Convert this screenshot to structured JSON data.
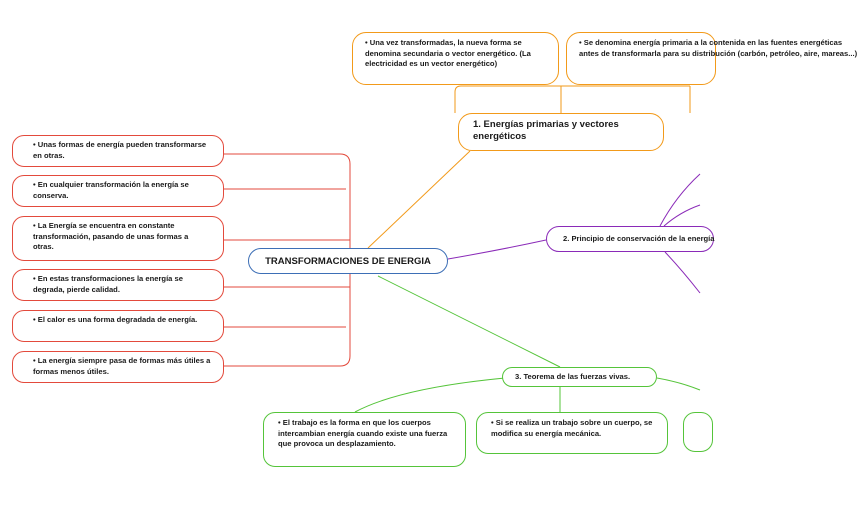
{
  "root": {
    "label": "TRANSFORMACIONES DE ENERGIA"
  },
  "left_nodes": [
    "•      Unas formas de energía pueden transformarse en otras.",
    "•      En cualquier transformación la energía se conserva.",
    "•      La Energía se encuentra en constante transformación, pasando de unas formas a otras.",
    "•      En estas transformaciones la energía se degrada, pierde calidad.",
    "•      El calor es una forma degradada de energía.",
    "•      La energía siempre pasa de formas más útiles a formas menos útiles."
  ],
  "branch_energias": {
    "label": "1.    Energías primarias y vectores energéticos",
    "children": [
      "•      Una vez transformadas, la nueva forma se denomina secundaria o vector energético. (La electricidad es un vector energético)",
      "•      Se denomina energía primaria a la contenida en las fuentes energéticas antes de transformarla para su distribución (carbón, petróleo, aire, mareas...)"
    ]
  },
  "branch_principio": {
    "label": "2.    Principio de conservación de la energía"
  },
  "branch_teorema": {
    "label": "3.    Teorema de las fuerzas vivas.",
    "children": [
      "•      El trabajo es la forma en que los cuerpos intercambian energía cuando existe una fuerza que provoca un desplazamiento.",
      "•      Si se realiza un trabajo sobre un cuerpo, se modifica su energía mecánica."
    ]
  },
  "colors": {
    "root": "#3d6fb6",
    "left": "#e34a3c",
    "energias": "#f29a1a",
    "principio": "#8a2ab8",
    "teorema": "#55c43a"
  }
}
